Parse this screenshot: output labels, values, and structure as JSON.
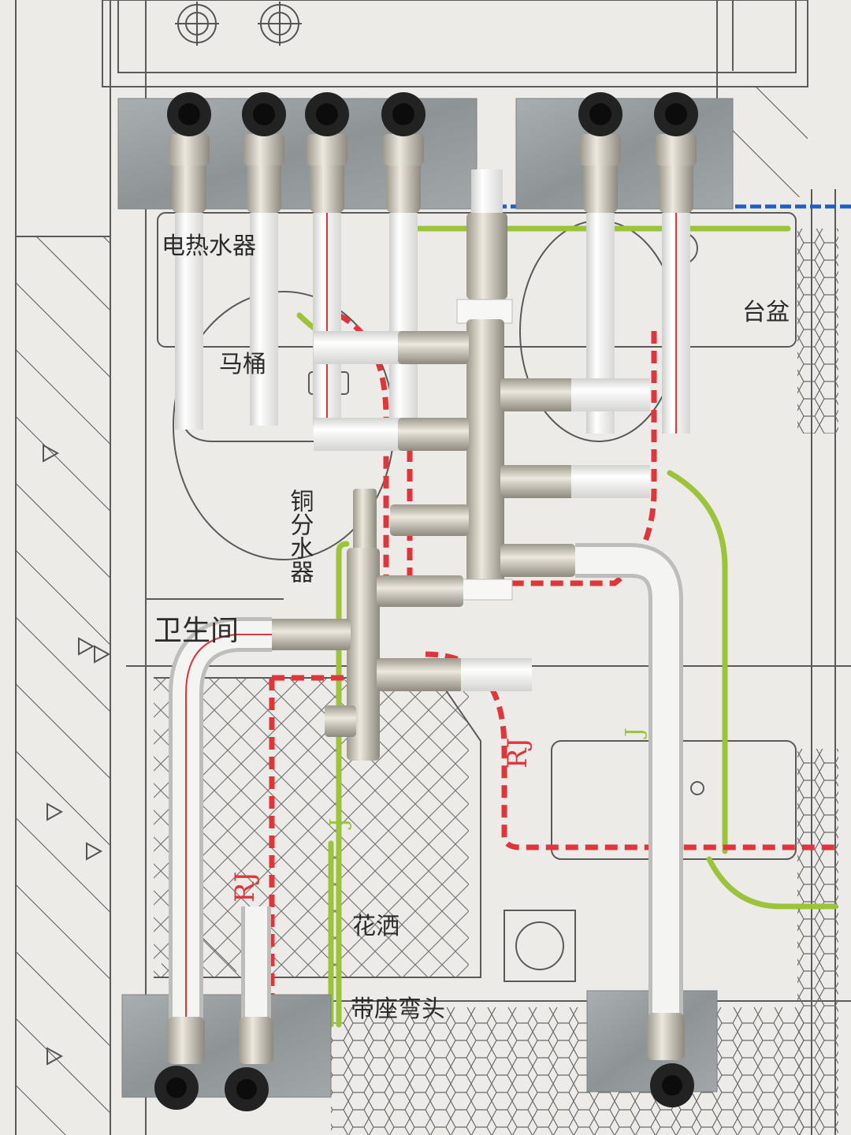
{
  "labels": {
    "water_heater": "电热水器",
    "basin": "台盆",
    "toilet": "马桶",
    "manifold": "铜分水器",
    "bathroom": "卫生间",
    "shower": "花洒",
    "elbow": "带座弯头",
    "rj_1": "RJ",
    "rj_2": "RJ",
    "j_1": "J",
    "j_2": "J"
  },
  "colors": {
    "board": "#ecebe8",
    "line": "#5a5a5a",
    "hot_water": "#e0363b",
    "cold_water": "#9bc43a",
    "blue_line": "#1f5fc4",
    "pipe": "#f4f4f2",
    "brass": "#c9c4b8",
    "plate": "#9aa0a2"
  },
  "icons": {
    "fitting": "elbow-fitting-icon",
    "manifold": "manifold-icon"
  }
}
